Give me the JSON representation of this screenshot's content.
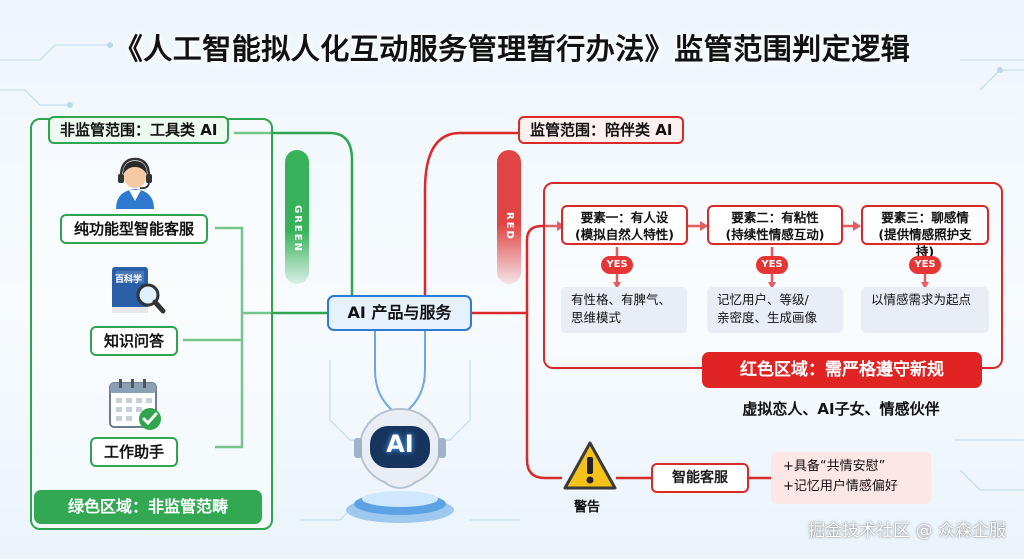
{
  "title": "《人工智能拟人化互动服务管理暂行办法》监管范围判定逻辑",
  "center_node": "AI 产品与服务",
  "non_regulated": {
    "label": "非监管范围：工具类 AI",
    "bar_text": "GREEN",
    "items": [
      {
        "label": "纯功能型智能客服",
        "icon": "headset-agent-icon"
      },
      {
        "label": "知识问答",
        "icon": "encyclopedia-book-icon",
        "book_text": "百科学"
      },
      {
        "label": "工作助手",
        "icon": "calendar-check-icon"
      }
    ],
    "zone_label": "绿色区域：非监管范畴"
  },
  "regulated": {
    "label": "监管范围：陪伴类 AI",
    "bar_text": "RED",
    "elements": [
      {
        "title": "要素一：有人设",
        "subtitle": "(模拟自然人特性)",
        "yes": "YES",
        "desc_lines": [
          "有性格、有脾气、",
          "思维模式"
        ]
      },
      {
        "title": "要素二：有粘性",
        "subtitle": "(持续性情感互动)",
        "yes": "YES",
        "desc_lines": [
          "记忆用户、等级/",
          "亲密度、生成画像"
        ]
      },
      {
        "title": "要素三：聊感情",
        "subtitle": "(提供情感照护支持)",
        "yes": "YES",
        "desc_lines": [
          "以情感需求为起点"
        ]
      }
    ],
    "zone_label": "红色区域：需严格遵守新规",
    "examples": "虚拟恋人、AI子女、情感伙伴"
  },
  "warning": {
    "icon": "warning-triangle-icon",
    "label": "警告",
    "service": "智能客服",
    "notes": [
      "+具备“共情安慰”",
      "+记忆用户情感偏好"
    ]
  },
  "robot": {
    "icon": "ai-robot-icon",
    "text": "AI"
  },
  "watermark": "掘金技术社区 @ 众森企服",
  "colors": {
    "green": "#2fa54e",
    "red": "#d92a2a",
    "blue": "#2e7bd6"
  }
}
